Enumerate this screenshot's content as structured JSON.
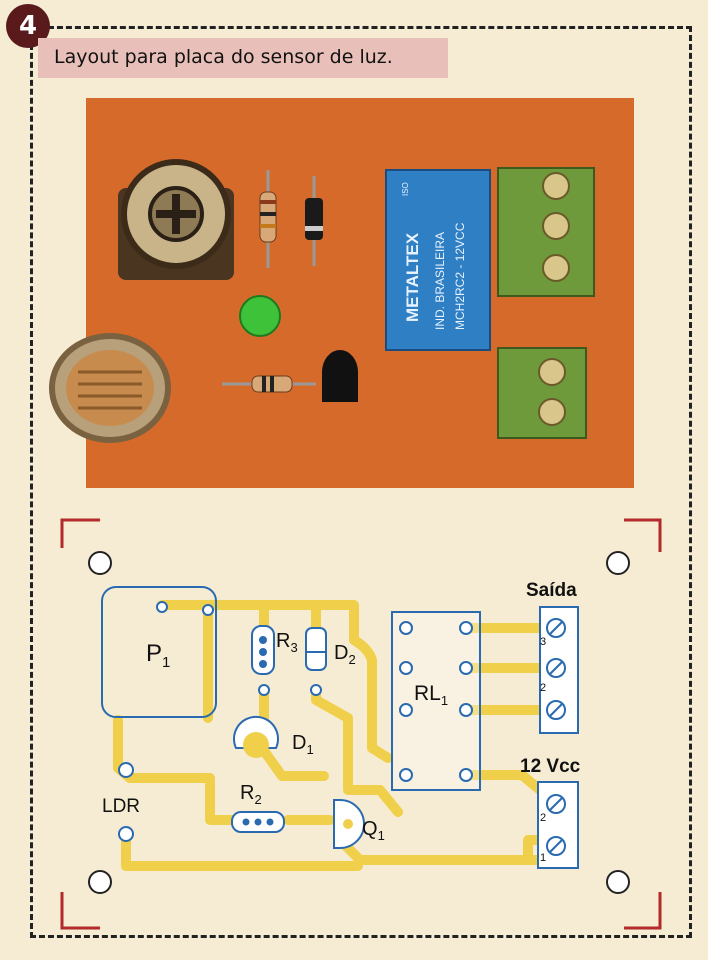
{
  "figure": {
    "number": "4",
    "title": "Layout para placa do sensor de luz."
  },
  "relay_print": {
    "brand": "METALTEX",
    "iso": "ISO",
    "line1": "IND. BRASILEIRA",
    "line2": "MCH2RC2 - 12VCC"
  },
  "pcb": {
    "p1": "P",
    "p1_sub": "1",
    "r3": "R",
    "r3_sub": "3",
    "d2": "D",
    "d2_sub": "2",
    "d1": "D",
    "d1_sub": "1",
    "rl1": "RL",
    "rl1_sub": "1",
    "r2": "R",
    "r2_sub": "2",
    "q1": "Q",
    "q1_sub": "1",
    "ldr": "LDR",
    "saida": "Saída",
    "vcc": "12 Vcc",
    "pin1": "1",
    "pin2": "2",
    "pin3": "3"
  },
  "colors": {
    "board": "#d56a2a",
    "trace": "#f0d04a",
    "relay": "#2f7fc4",
    "terminal": "#6f9a3c",
    "led": "#3ec23a",
    "badge": "#5a1a1c"
  }
}
